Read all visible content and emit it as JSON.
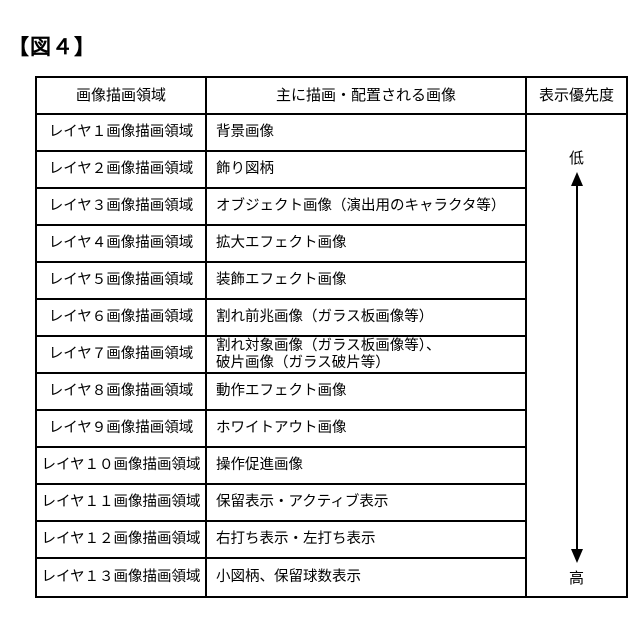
{
  "figure_label": "【図４】",
  "table": {
    "headers": {
      "col1": "画像描画領域",
      "col2": "主に描画・配置される画像",
      "col3": "表示優先度"
    },
    "rows": [
      {
        "layer": "レイヤ１画像描画領域",
        "images": "背景画像"
      },
      {
        "layer": "レイヤ２画像描画領域",
        "images": "飾り図柄"
      },
      {
        "layer": "レイヤ３画像描画領域",
        "images": "オブジェクト画像（演出用のキャラクタ等）"
      },
      {
        "layer": "レイヤ４画像描画領域",
        "images": "拡大エフェクト画像"
      },
      {
        "layer": "レイヤ５画像描画領域",
        "images": "装飾エフェクト画像"
      },
      {
        "layer": "レイヤ６画像描画領域",
        "images": "割れ前兆画像（ガラス板画像等）"
      },
      {
        "layer": "レイヤ７画像描画領域",
        "images": "割れ対象画像（ガラス板画像等）、\n破片画像（ガラス破片等）"
      },
      {
        "layer": "レイヤ８画像描画領域",
        "images": "動作エフェクト画像"
      },
      {
        "layer": "レイヤ９画像描画領域",
        "images": "ホワイトアウト画像"
      },
      {
        "layer": "レイヤ１０画像描画領域",
        "images": "操作促進画像"
      },
      {
        "layer": "レイヤ１１画像描画領域",
        "images": "保留表示・アクティブ表示"
      },
      {
        "layer": "レイヤ１２画像描画領域",
        "images": "右打ち表示・左打ち表示"
      },
      {
        "layer": "レイヤ１３画像描画領域",
        "images": "小図柄、保留球数表示"
      }
    ],
    "priority": {
      "low_label": "低",
      "high_label": "高"
    }
  },
  "colors": {
    "border": "#000000",
    "text": "#000000",
    "background": "#ffffff"
  }
}
